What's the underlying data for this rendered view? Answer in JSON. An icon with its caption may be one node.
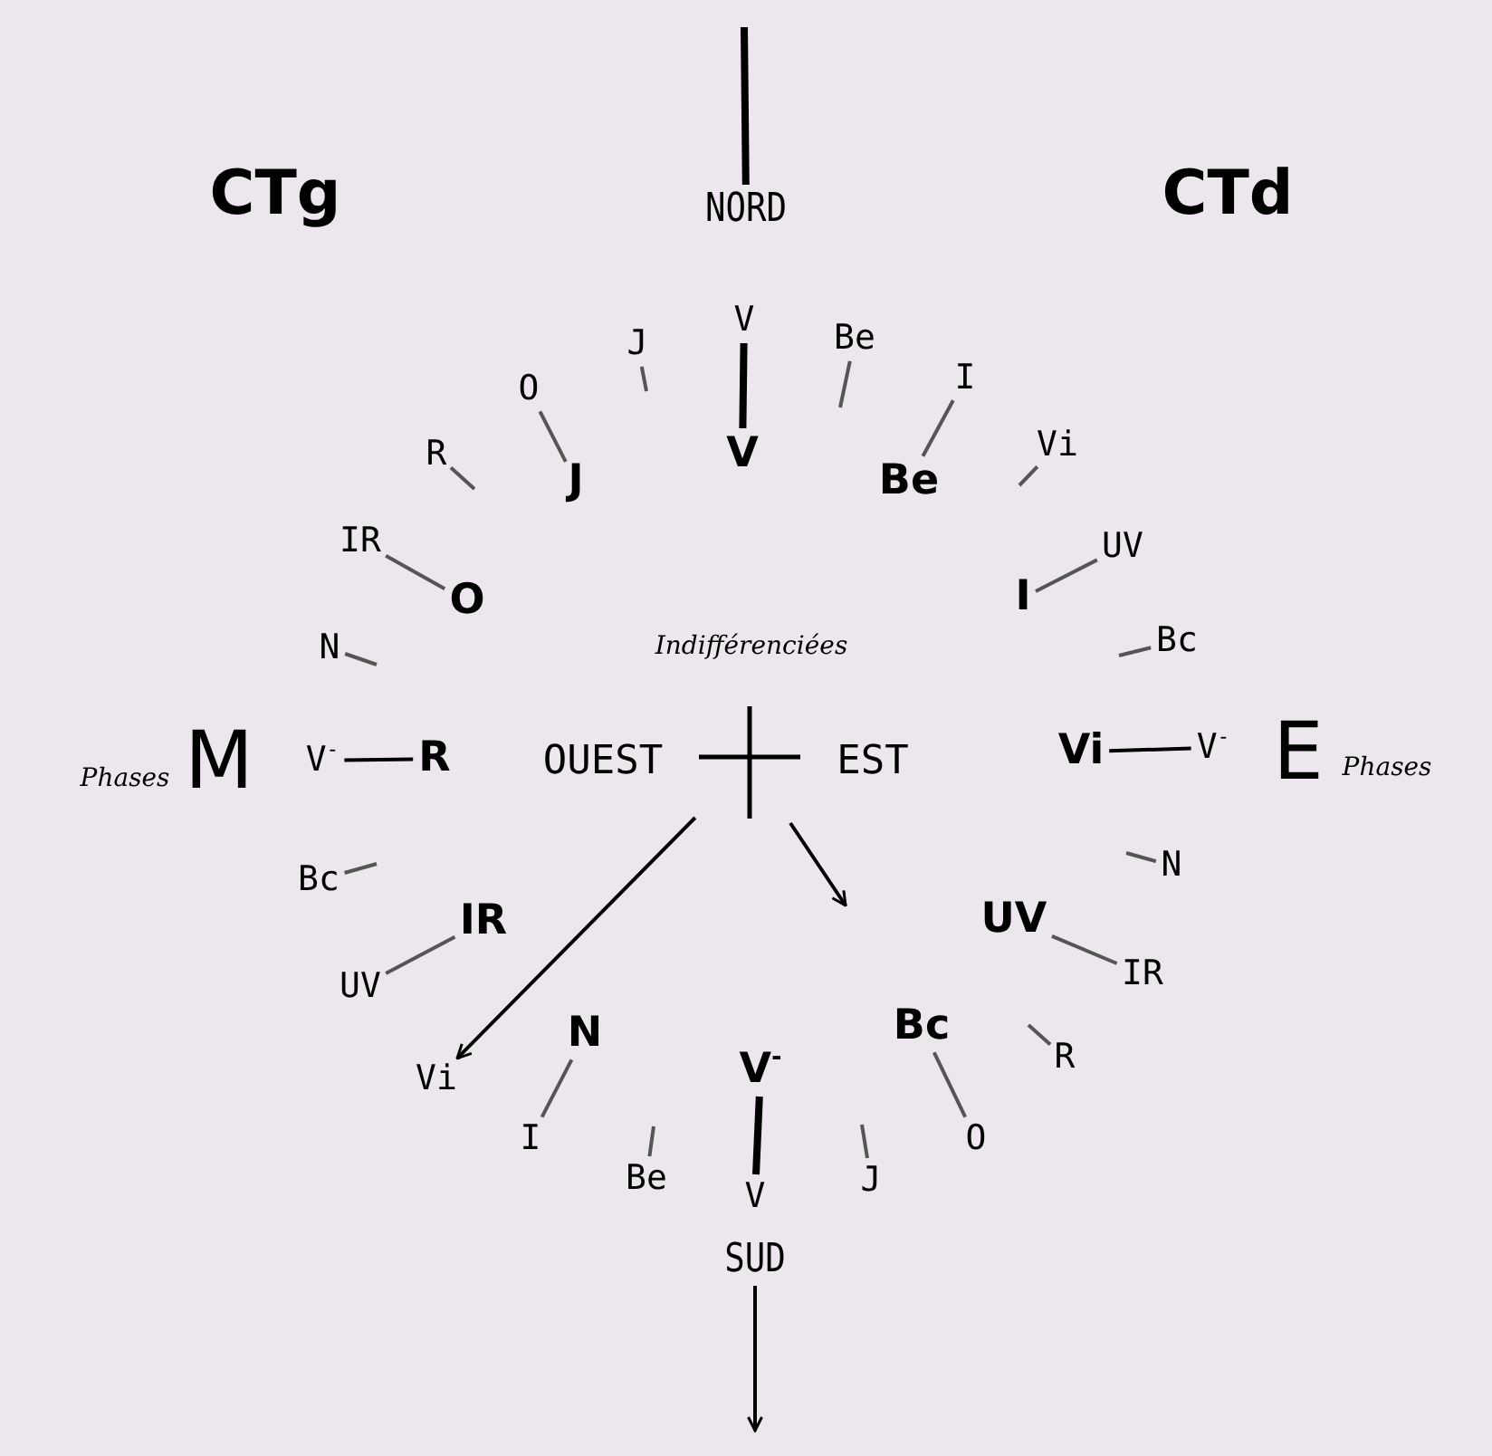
{
  "diagram": {
    "nodes": [
      {
        "text": [
          "NORD"
        ]
      },
      {
        "text": [
          "V"
        ]
      },
      {
        "text": [
          "J"
        ]
      },
      {
        "text": [
          "Be"
        ]
      },
      {
        "text": [
          "O"
        ]
      },
      {
        "text": [
          "I"
        ]
      },
      {
        "text": [
          "V"
        ]
      },
      {
        "text": [
          "R"
        ]
      },
      {
        "text": [
          "J"
        ]
      },
      {
        "text": [
          "Be"
        ]
      },
      {
        "text": [
          "Vi"
        ]
      },
      {
        "text": [
          "IR"
        ]
      },
      {
        "text": [
          "UV"
        ]
      },
      {
        "text": [
          "O"
        ]
      },
      {
        "text": [
          "I"
        ]
      },
      {
        "text": [
          "N"
        ]
      },
      {
        "text": [
          "Bc"
        ]
      },
      {
        "text": [],
        "shape": "cross"
      },
      {
        "text": [
          "V$^{-}$"
        ]
      },
      {
        "text": [
          "R"
        ]
      },
      {
        "text": [
          "Vi"
        ]
      },
      {
        "text": [
          "V$^{-}$"
        ]
      },
      {
        "text": [
          "N"
        ]
      },
      {
        "text": [
          "Bc"
        ]
      },
      {
        "text": [
          "IR"
        ]
      },
      {
        "text": [
          "UV"
        ]
      },
      {
        "text": [
          "UV"
        ]
      },
      {
        "text": [
          "IR"
        ]
      },
      {
        "text": [
          "Vi"
        ]
      },
      {
        "text": [
          "N"
        ]
      },
      {
        "text": [
          "Bc"
        ]
      },
      {
        "text": [
          "R"
        ]
      },
      {
        "text": [
          "V$^{-}$"
        ]
      },
      {
        "text": [
          "I"
        ]
      },
      {
        "text": [
          "O"
        ]
      },
      {
        "text": [
          "Be"
        ]
      },
      {
        "text": [
          "J"
        ]
      },
      {
        "text": [
          "V"
        ]
      },
      {
        "text": [
          "SUD"
        ]
      }
    ],
    "edges": [
      {
        "from": null,
        "to": 0,
        "arrow": "none",
        "style": "thick",
        "color": "#000000"
      },
      {
        "from": 1,
        "to": 6,
        "arrow": "none",
        "style": "thick",
        "color": "#000000"
      },
      {
        "from": 2,
        "to": null,
        "arrow": "none"
      },
      {
        "from": 3,
        "to": null,
        "arrow": "none"
      },
      {
        "from": 4,
        "to": 8,
        "arrow": "none"
      },
      {
        "from": 5,
        "to": 9,
        "arrow": "none"
      },
      {
        "from": 7,
        "to": null,
        "arrow": "none"
      },
      {
        "from": 10,
        "to": null,
        "arrow": "none"
      },
      {
        "from": 11,
        "to": 13,
        "arrow": "none"
      },
      {
        "from": 12,
        "to": 14,
        "arrow": "none"
      },
      {
        "from": 15,
        "to": null,
        "arrow": "none"
      },
      {
        "from": 16,
        "to": null,
        "arrow": "none"
      },
      {
        "from": 18,
        "to": 19,
        "arrow": "none",
        "color": "#000000"
      },
      {
        "from": 20,
        "to": 21,
        "arrow": "none",
        "color": "#000000"
      },
      {
        "from": 22,
        "to": null,
        "arrow": "none"
      },
      {
        "from": 23,
        "to": null,
        "arrow": "none"
      },
      {
        "from": 24,
        "to": 26,
        "arrow": "none"
      },
      {
        "from": 25,
        "to": 27,
        "arrow": "none"
      },
      {
        "from": 29,
        "to": 33,
        "arrow": "none"
      },
      {
        "from": 30,
        "to": 34,
        "arrow": "none"
      },
      {
        "from": 31,
        "to": null,
        "arrow": "none"
      },
      {
        "from": 32,
        "to": 37,
        "arrow": "none",
        "style": "thick",
        "color": "#000000"
      },
      {
        "from": 35,
        "to": null,
        "arrow": "none"
      },
      {
        "from": 36,
        "to": null,
        "arrow": "none"
      },
      {
        "from": 38,
        "to": null,
        "arrow": "to",
        "color": "#000000"
      },
      {
        "from": 17,
        "to": 28,
        "arrow": "to",
        "color": "#000000"
      },
      {
        "from": 17,
        "to": null,
        "arrow": "to",
        "color": "#000000"
      }
    ],
    "labels": [
      "CTg",
      "CTd",
      "Indifférenciées",
      "Phases",
      "M",
      "OUEST",
      "EST",
      "E",
      "Phases"
    ]
  }
}
